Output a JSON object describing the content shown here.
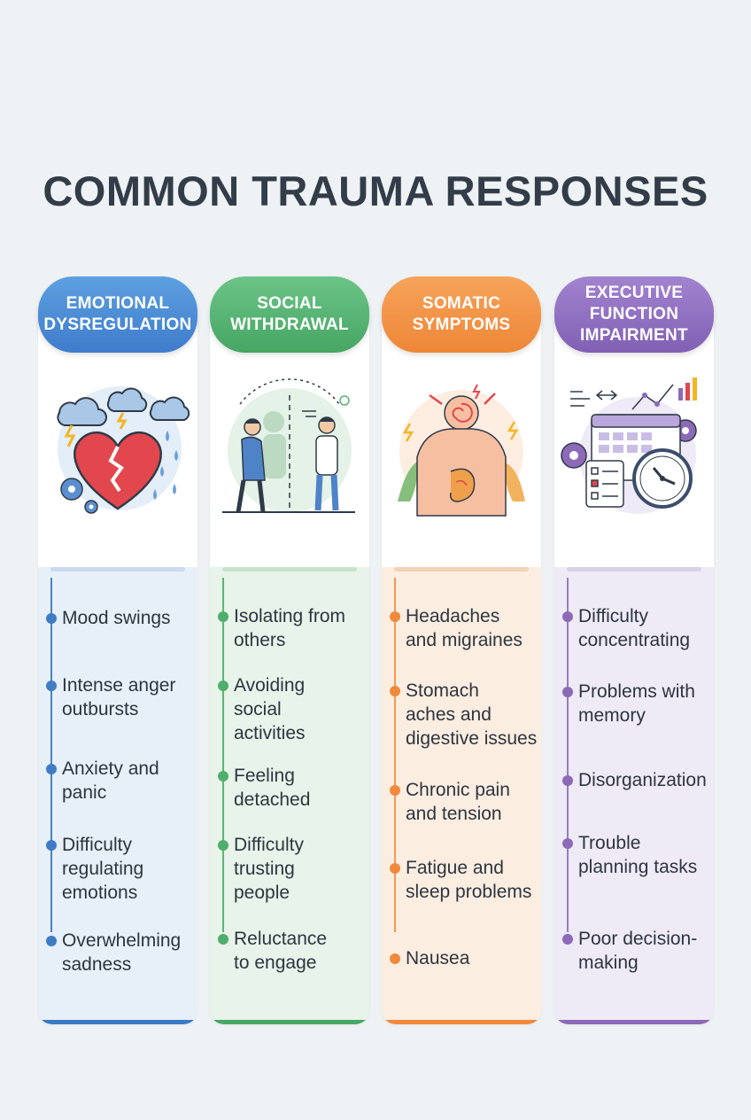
{
  "title": "COMMON TRAUMA RESPONSES",
  "columns": [
    {
      "header": "EMOTIONAL\nDYSREGULATION",
      "color": "#3f7ccc",
      "icon": "broken-heart-storm-icon",
      "items": [
        "Mood swings",
        "Intense anger\noutbursts",
        "Anxiety and\npanic",
        "Difficulty\nregulating\nemotions",
        "Overwhelming\nsadness"
      ]
    },
    {
      "header": "SOCIAL\nWITHDRAWAL",
      "color": "#46a664",
      "icon": "isolated-people-icon",
      "items": [
        "Isolating from\nothers",
        "Avoiding\nsocial\nactivities",
        "Feeling\ndetached",
        "Difficulty\ntrusting\npeople",
        "Reluctance\nto engage"
      ]
    },
    {
      "header": "SOMATIC\nSYMPTOMS",
      "color": "#ee8738",
      "icon": "body-pain-icon",
      "items": [
        "Headaches\nand migraines",
        "Stomach\naches and\ndigestive issues",
        "Chronic pain\nand tension",
        "Fatigue and\nsleep problems",
        "Nausea"
      ]
    },
    {
      "header": "EXECUTIVE\nFUNCTION\nIMPAIRMENT",
      "color": "#8160b4",
      "icon": "calendar-clock-checklist-icon",
      "items": [
        "Difficulty\nconcentrating",
        "Problems with\nmemory",
        "Disorganization",
        "Trouble\nplanning tasks",
        "Poor decision-\nmaking"
      ]
    }
  ]
}
